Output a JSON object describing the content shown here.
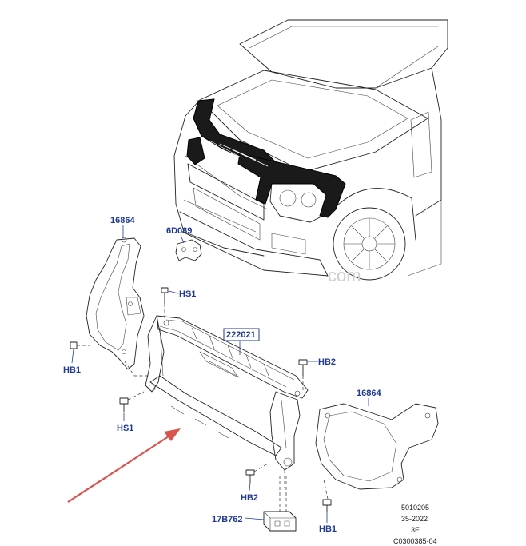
{
  "watermark": "com",
  "part_labels": {
    "p16864_left": "16864",
    "p6D089": "6D089",
    "pHS1_top": "HS1",
    "p222021": "222021",
    "pHB2_right": "HB2",
    "pHB1": "HB1",
    "pHS1_bottom": "HS1",
    "p16864_right": "16864",
    "pHB2_bottom": "HB2",
    "p17B762": "17B762",
    "pHB1_bottom": "HB1"
  },
  "reference": {
    "line1": "5010205",
    "line2": "35-2022",
    "line3": "3E",
    "line4": "C0300385-04"
  },
  "colors": {
    "label": "#1f3a93",
    "arrow": "#d9534f",
    "highlight": "#1a1a1a"
  }
}
